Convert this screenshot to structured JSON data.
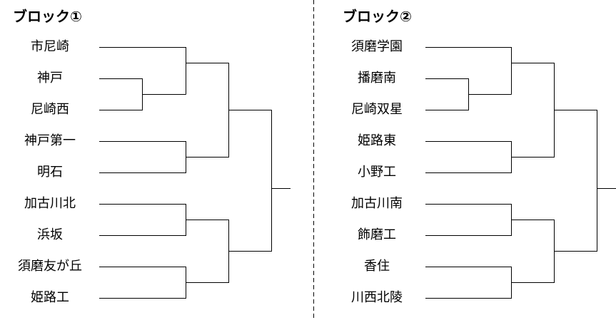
{
  "blocks": [
    {
      "title": "ブロック①",
      "teams": [
        "市尼崎",
        "神戸",
        "尼崎西",
        "神戸第一",
        "明石",
        "加古川北",
        "浜坂",
        "須磨友が丘",
        "姫路工"
      ]
    },
    {
      "title": "ブロック②",
      "teams": [
        "須磨学園",
        "播磨南",
        "尼崎双星",
        "姫路東",
        "小野工",
        "加古川南",
        "飾磨工",
        "香住",
        "川西北陵"
      ]
    }
  ]
}
